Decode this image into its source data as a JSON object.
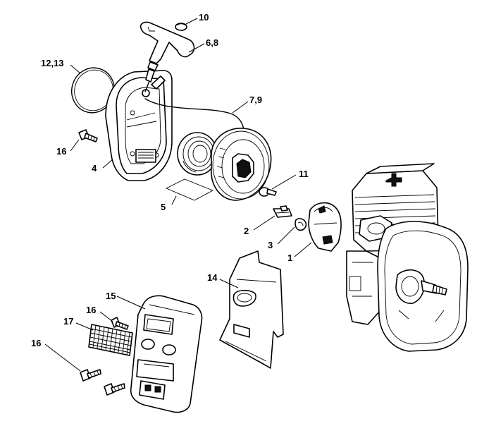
{
  "callouts": [
    {
      "id": "10",
      "text": "10"
    },
    {
      "id": "6_8",
      "text": "6,8"
    },
    {
      "id": "12_13",
      "text": "12,13"
    },
    {
      "id": "7_9",
      "text": "7,9"
    },
    {
      "id": "16a",
      "text": "16"
    },
    {
      "id": "4",
      "text": "4"
    },
    {
      "id": "5",
      "text": "5"
    },
    {
      "id": "11",
      "text": "11"
    },
    {
      "id": "2",
      "text": "2"
    },
    {
      "id": "3",
      "text": "3"
    },
    {
      "id": "1",
      "text": "1"
    },
    {
      "id": "14",
      "text": "14"
    },
    {
      "id": "15",
      "text": "15"
    },
    {
      "id": "16b",
      "text": "16"
    },
    {
      "id": "17",
      "text": "17"
    },
    {
      "id": "16c",
      "text": "16"
    }
  ]
}
